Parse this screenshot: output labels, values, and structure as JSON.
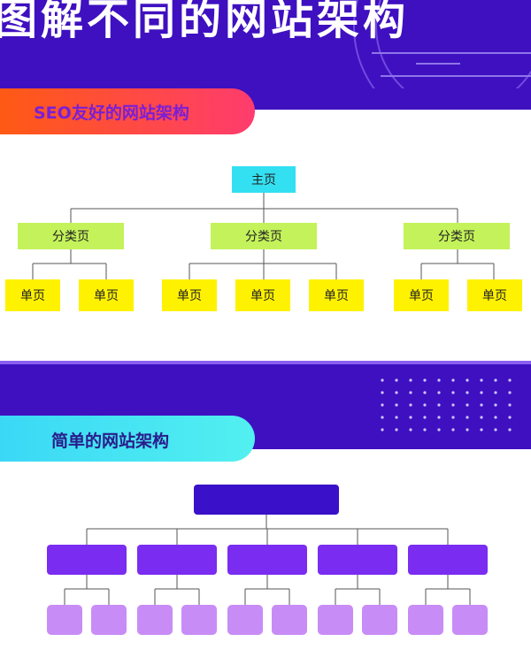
{
  "header": {
    "title": "图解不同的网站架构"
  },
  "section_seo": {
    "label": "SEO友好的网站架构",
    "home": "主页",
    "categories": [
      {
        "label": "分类页",
        "pages": [
          "单页",
          "单页"
        ]
      },
      {
        "label": "分类页",
        "pages": [
          "单页",
          "单页",
          "单页"
        ]
      },
      {
        "label": "分类页",
        "pages": [
          "单页",
          "单页"
        ]
      }
    ]
  },
  "section_simple": {
    "label": "简单的网站架构",
    "child_count": 5,
    "leaves_per_child": 2
  },
  "colors": {
    "band": "#3f10c0",
    "seo_pill": "#ff4a3a",
    "seo_label": "#7a1fd6",
    "simple_pill": "#3bd8f6",
    "home_box": "#33e0f2",
    "category_box": "#c4f25a",
    "page_box": "#fff200",
    "simple_root": "#3a10c8",
    "simple_child": "#7a2cf0",
    "simple_leaf": "#c88cf6"
  }
}
